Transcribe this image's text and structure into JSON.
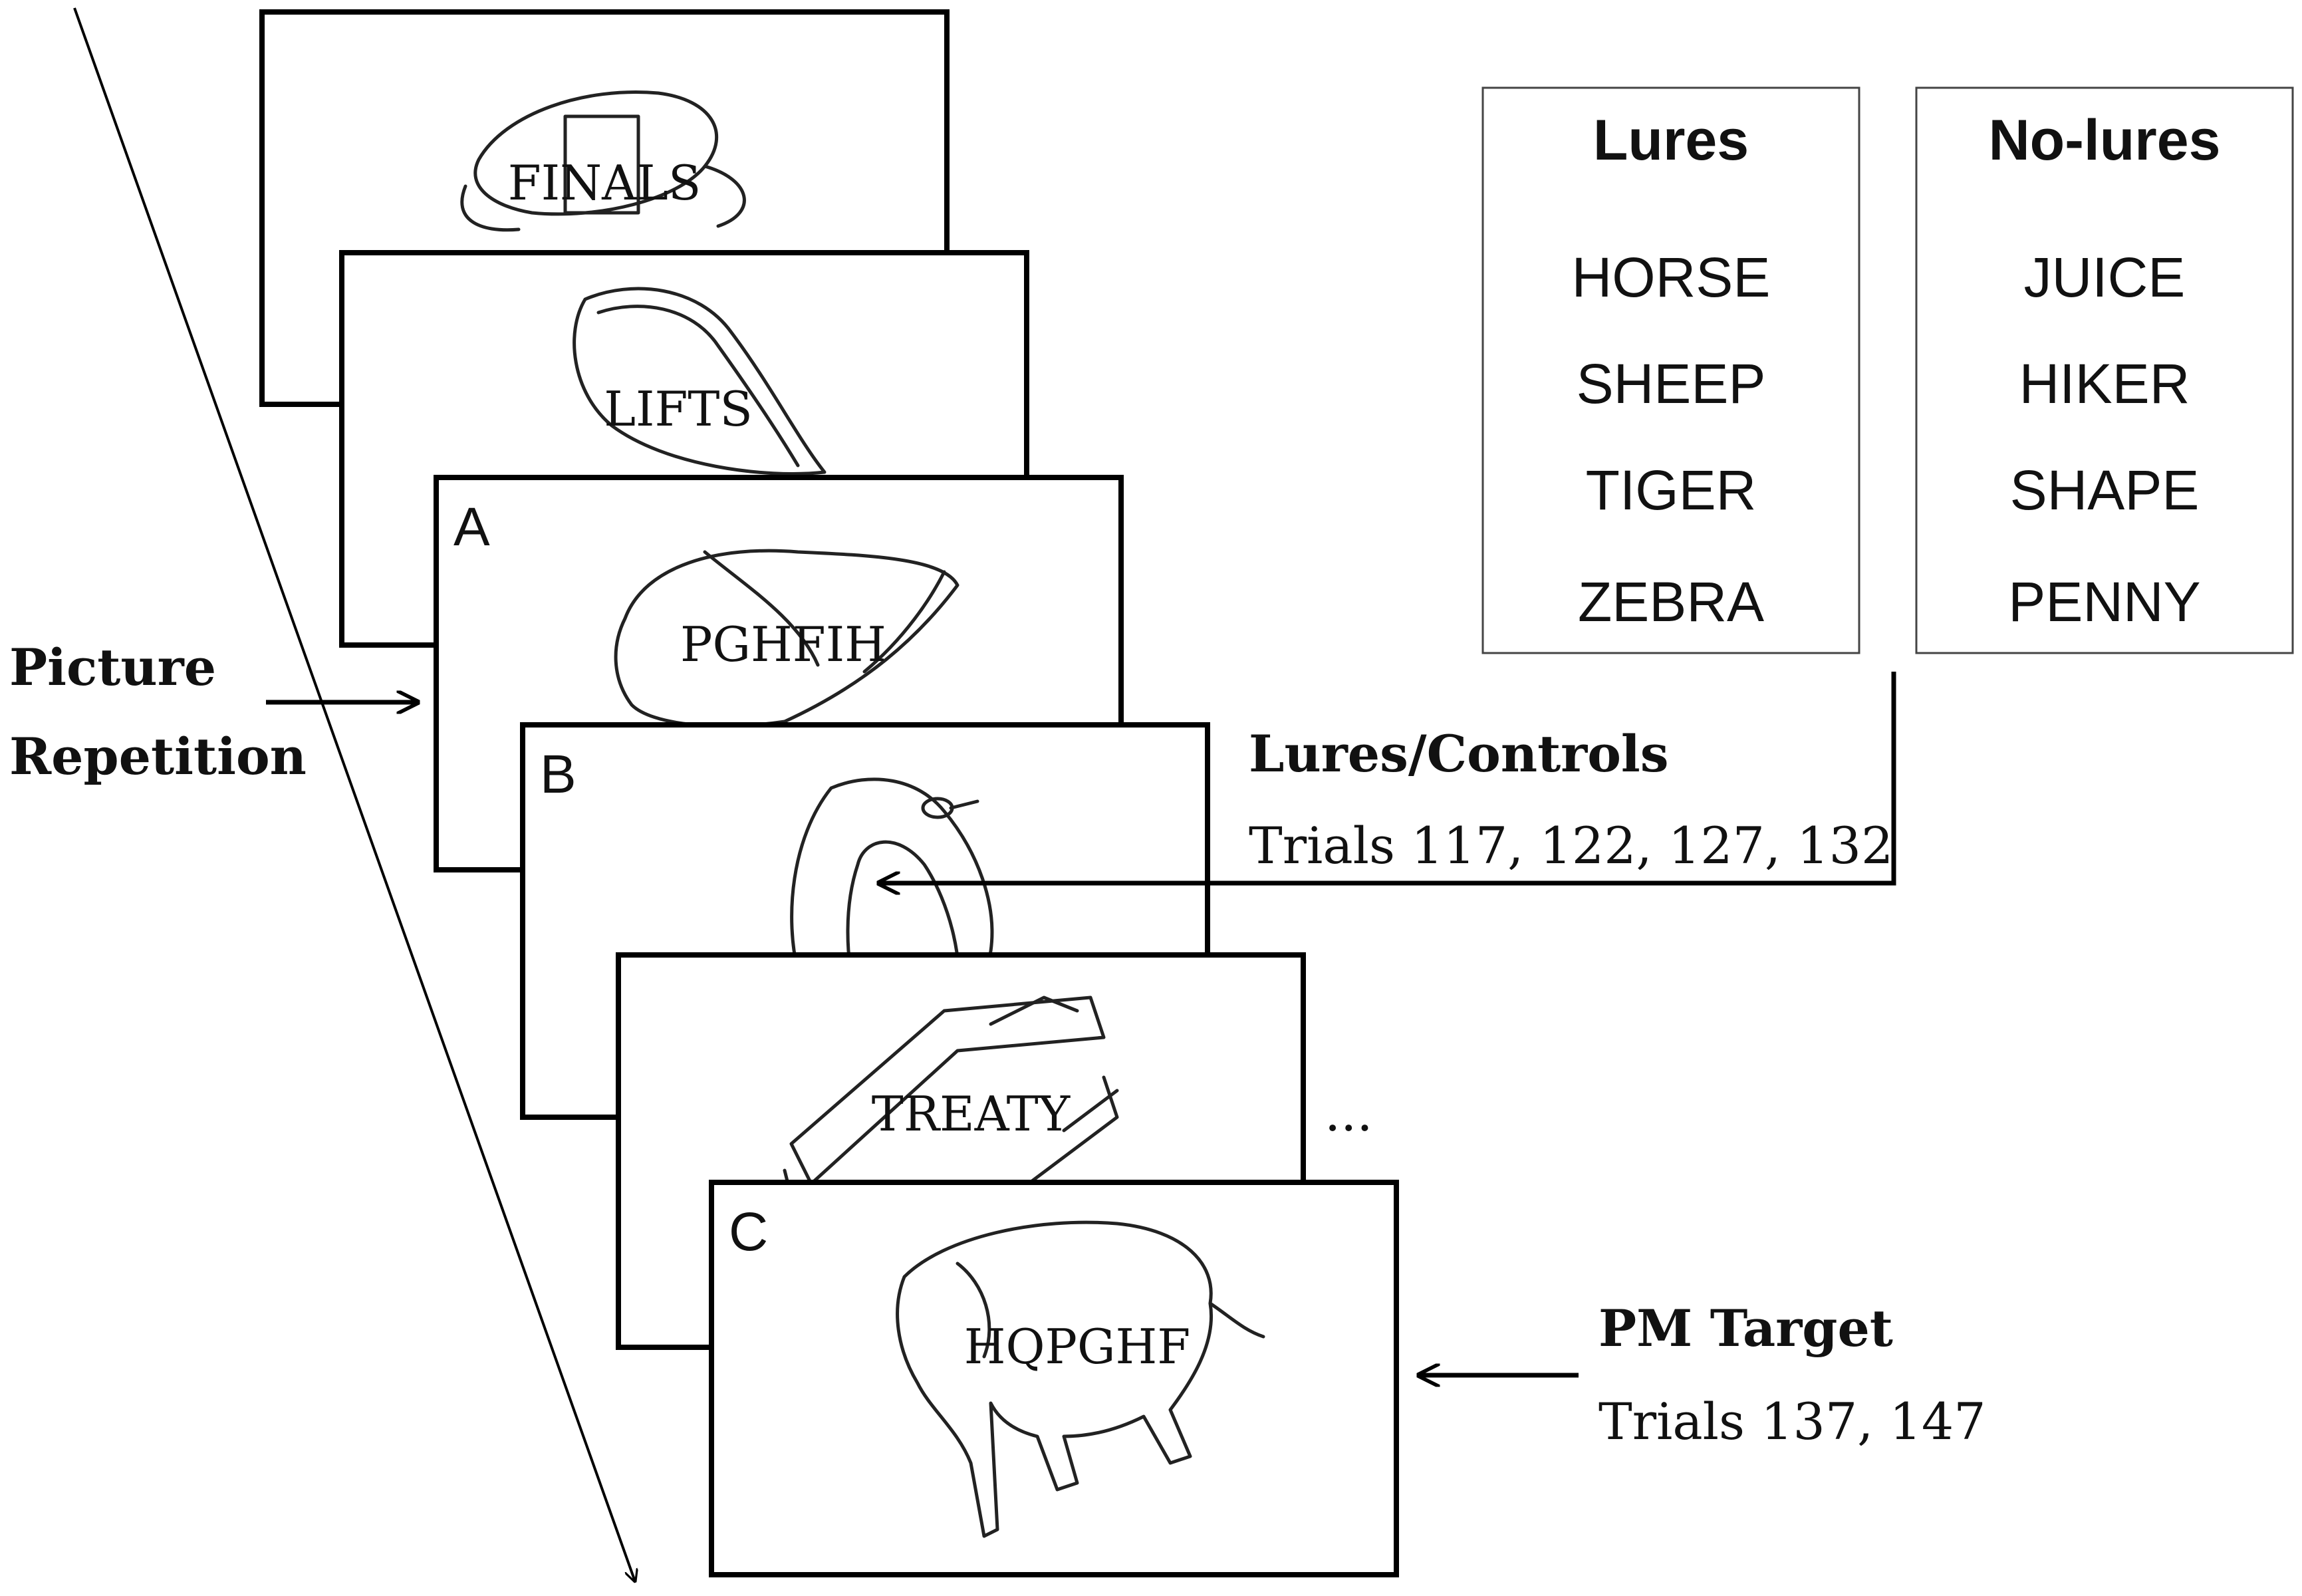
{
  "trial_frames": [
    {
      "word": "FINALS",
      "letter": "",
      "picture_icon": "hat-sketch"
    },
    {
      "word": "LIFTS",
      "letter": "",
      "picture_icon": "pouch-sketch"
    },
    {
      "word": "PGHFIH",
      "letter": "A",
      "picture_icon": "bag-sketch"
    },
    {
      "word": "",
      "letter": "B",
      "picture_icon": "bird-sketch"
    },
    {
      "word": "TREATY",
      "letter": "",
      "picture_icon": "couch-sketch"
    },
    {
      "word": "HQPGHF",
      "letter": "C",
      "picture_icon": "elephant-sketch"
    }
  ],
  "ellipsis": "...",
  "picture_repetition": {
    "line1": "Picture",
    "line2": "Repetition"
  },
  "lures_controls": {
    "title": "Lures/Controls",
    "trials": "Trials 117, 122, 127, 132"
  },
  "pm_target": {
    "title": "PM Target",
    "trials": "Trials 137, 147"
  },
  "lures_box": {
    "header": "Lures",
    "words": [
      "HORSE",
      "SHEEP",
      "TIGER",
      "ZEBRA"
    ]
  },
  "nolures_box": {
    "header": "No-lures",
    "words": [
      "JUICE",
      "HIKER",
      "SHAPE",
      "PENNY"
    ]
  }
}
